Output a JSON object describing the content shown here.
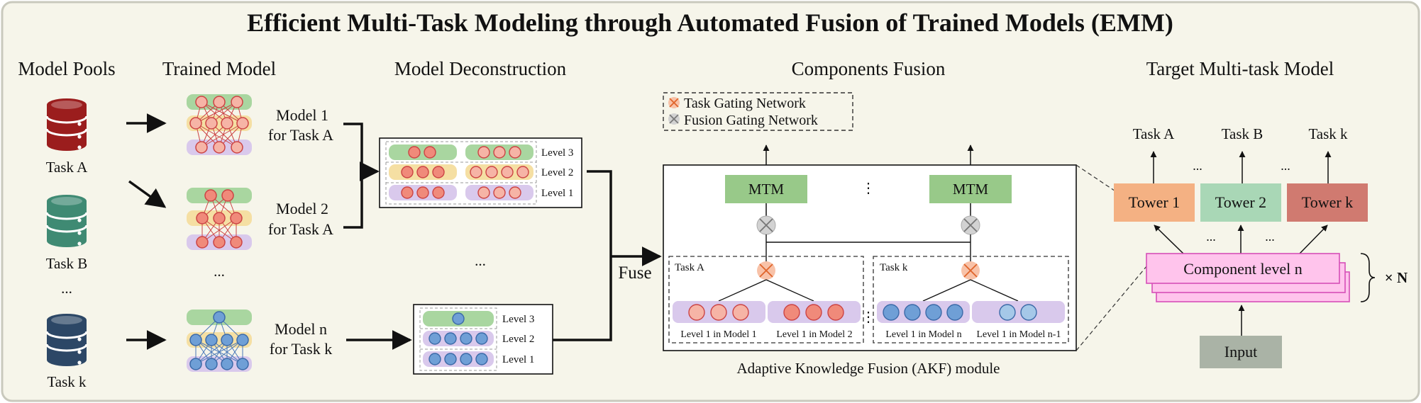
{
  "title": "Efficient Multi-Task Modeling through Automated Fusion of Trained Models (EMM)",
  "sections": {
    "model_pools": "Model Pools",
    "trained_model": "Trained Model",
    "model_deconstruction": "Model Deconstruction",
    "components_fusion": "Components Fusion",
    "target_model": "Target Multi-task Model"
  },
  "pools": [
    {
      "label": "Task A",
      "color": "#9b1d1d"
    },
    {
      "label": "Task B",
      "color": "#3f8a73"
    },
    {
      "label": "Task k",
      "color": "#2c4766"
    }
  ],
  "pool_ellipsis": "...",
  "trained_ellipsis": "...",
  "deconstruction_ellipsis": "...",
  "models": [
    {
      "line1": "Model 1",
      "line2": "for Task A"
    },
    {
      "line1": "Model 2",
      "line2": "for Task A"
    },
    {
      "line1": "Model n",
      "line2": "for Task k"
    }
  ],
  "levels": [
    "Level 3",
    "Level 2",
    "Level 1"
  ],
  "fuse_label": "Fuse",
  "legend": {
    "task_gating": "Task Gating Network",
    "fusion_gating": "Fusion Gating Network"
  },
  "akf": {
    "mtm_label": "MTM",
    "task_a": "Task A",
    "task_k": "Task k",
    "bottom_labels": [
      "Level 1 in Model 1",
      "Level 1 in Model 2",
      "Level 1 in Model n",
      "Level 1 in Model n-1"
    ],
    "caption": "Adaptive Knowledge Fusion (AKF) module"
  },
  "target": {
    "tasks": [
      "Task A",
      "Task B",
      "Task k"
    ],
    "towers": [
      "Tower 1",
      "Tower 2",
      "Tower k"
    ],
    "component": "Component level n",
    "repeat": "× N",
    "input": "Input",
    "ellipsis": "..."
  },
  "colors": {
    "background": "#f6f5ea",
    "border": "#c9c9bd",
    "level_green": "#a9d6a0",
    "level_yellow": "#f5dfa3",
    "level_purple": "#d9c9ec",
    "node_red": "#f08a7a",
    "node_pink": "#f6b4a6",
    "node_blue": "#6f9fd6",
    "node_lightblue": "#a5c8e8",
    "mtm": "#98c989",
    "tower1": "#f4b183",
    "tower2": "#a9d7b6",
    "towerk": "#d07a70",
    "component": "#ffc4ec",
    "component_border": "#d64fb8",
    "input": "#aab3a6"
  }
}
